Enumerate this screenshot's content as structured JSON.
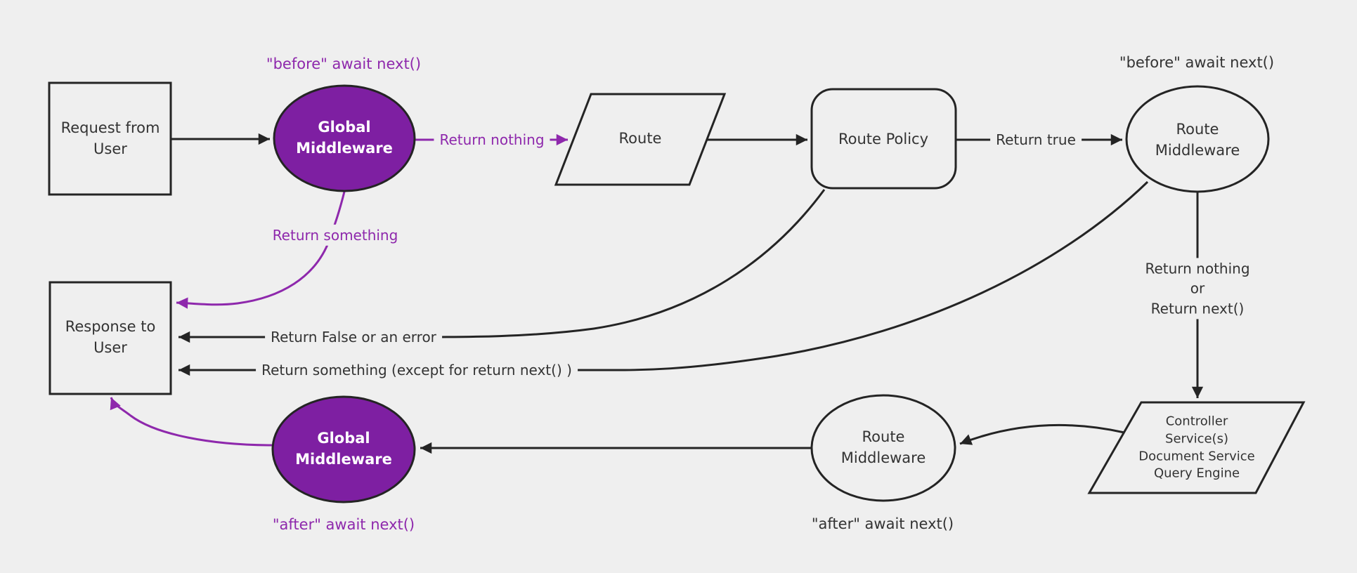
{
  "diagram": {
    "colors": {
      "background": "#efefef",
      "node_fill": "#efefef",
      "stroke": "#242424",
      "text": "#333333",
      "purple_fill": "#7e1fa2",
      "purple_line": "#8e28ac",
      "white_text": "#ffffff"
    },
    "nodes": {
      "request": {
        "label": "Request from\nUser"
      },
      "global_middleware_top": {
        "label": "Global\nMiddleware"
      },
      "route": {
        "label": "Route"
      },
      "route_policy": {
        "label": "Route Policy"
      },
      "route_middleware_top": {
        "label": "Route\nMiddleware"
      },
      "controller": {
        "label": "Controller\nService(s)\nDocument Service\nQuery Engine"
      },
      "route_middleware_bottom": {
        "label": "Route\nMiddleware"
      },
      "global_middleware_bottom": {
        "label": "Global\nMiddleware"
      },
      "response": {
        "label": "Response to\nUser"
      }
    },
    "annotations": {
      "before_await_left": "\"before\" await next()",
      "before_await_right": "\"before\" await next()",
      "after_await_left": "\"after\" await next()",
      "after_await_right": "\"after\" await next()"
    },
    "edge_labels": {
      "return_nothing": "Return nothing",
      "return_true": "Return true",
      "return_nothing_or_next": "Return nothing\nor\nReturn next()",
      "return_false_or_error": "Return False or an error",
      "return_something_except": "Return something (except for return next() )",
      "return_something": "Return something"
    }
  }
}
